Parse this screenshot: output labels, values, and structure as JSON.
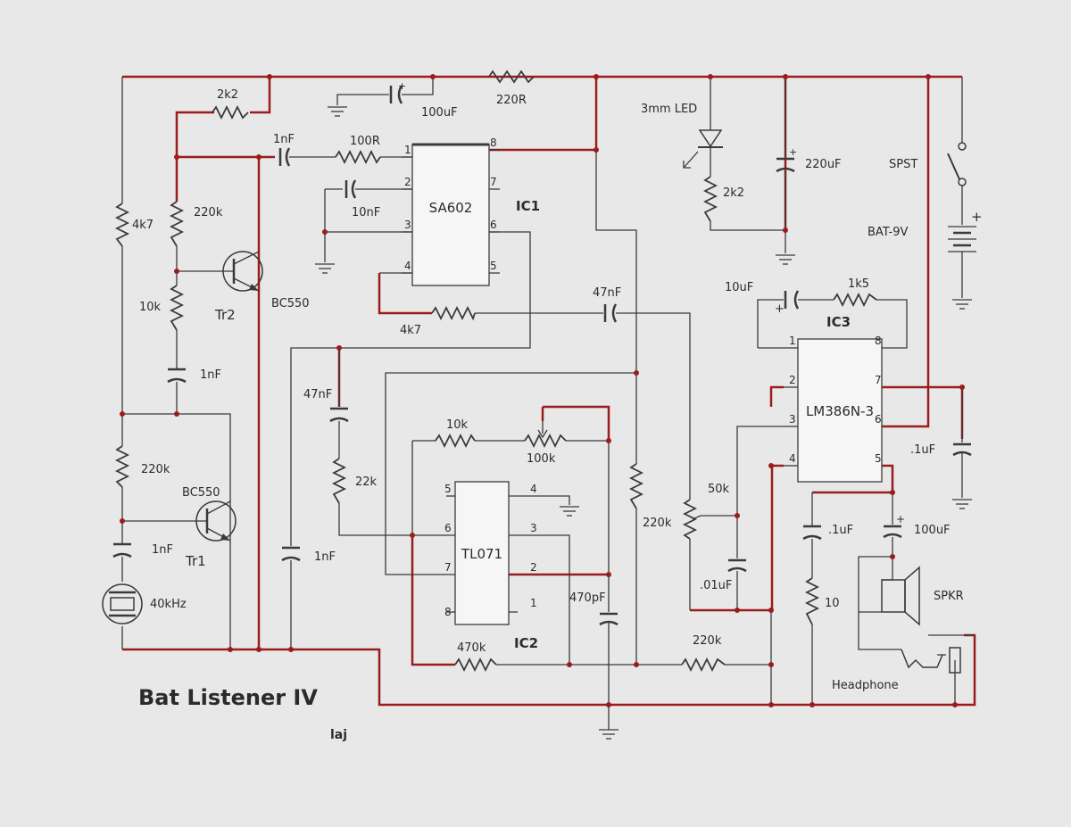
{
  "title": "Bat Listener IV",
  "author": "laj",
  "colors": {
    "background": "#e8e8e8",
    "wire_main": "#9b1c1c",
    "wire_signal": "#3a3a3a"
  },
  "labels": {
    "c100uf_top": "100uF",
    "r220R": "220R",
    "r2k2_top": "2k2",
    "c1nf_top": "1nF",
    "r100R": "100R",
    "c10nf": "10nF",
    "r4k7_left": "4k7",
    "r220k_tr2": "220k",
    "r10k_left": "10k",
    "tr2": "Tr2",
    "bc550_tr2": "BC550",
    "c1nf_left": "1nF",
    "r220k_tr1": "220k",
    "bc550_tr1": "BC550",
    "tr1": "Tr1",
    "c1nf_tr1": "1nF",
    "xtal": "40kHz",
    "r4k7_mid": "4k7",
    "c47nf_top": "47nF",
    "c47nf_left": "47nF",
    "r22k": "22k",
    "c1nf_mid": "1nF",
    "r10k_mid": "10k",
    "r100k": "100k",
    "r470k": "470k",
    "c470pf": "470pF",
    "r220k_mid": "220k",
    "r50k": "50k",
    "c01uf": ".01uF",
    "r220k_bot": "220k",
    "led": "3mm LED",
    "r2k2_led": "2k2",
    "c220uf": "220uF",
    "spst": "SPST",
    "bat": "BAT-9V",
    "bat_plus": "+",
    "c10uf": "10uF",
    "r1k5": "1k5",
    "c1uf_right": ".1uF",
    "c1uf_bot": ".1uF",
    "c100uf_bot": "100uF",
    "r10": "10",
    "spkr": "SPKR",
    "headphone": "Headphone"
  },
  "ics": {
    "ic1": {
      "name": "SA602",
      "ref": "IC1",
      "pins": [
        "1",
        "2",
        "3",
        "4",
        "5",
        "6",
        "7",
        "8"
      ]
    },
    "ic2": {
      "name": "TL071",
      "ref": "IC2",
      "pins": [
        "5",
        "6",
        "7",
        "8",
        "4",
        "3",
        "2",
        "1"
      ]
    },
    "ic3": {
      "name": "LM386N-3",
      "ref": "IC3",
      "pins": [
        "1",
        "2",
        "3",
        "4",
        "8",
        "7",
        "6",
        "5"
      ]
    }
  }
}
